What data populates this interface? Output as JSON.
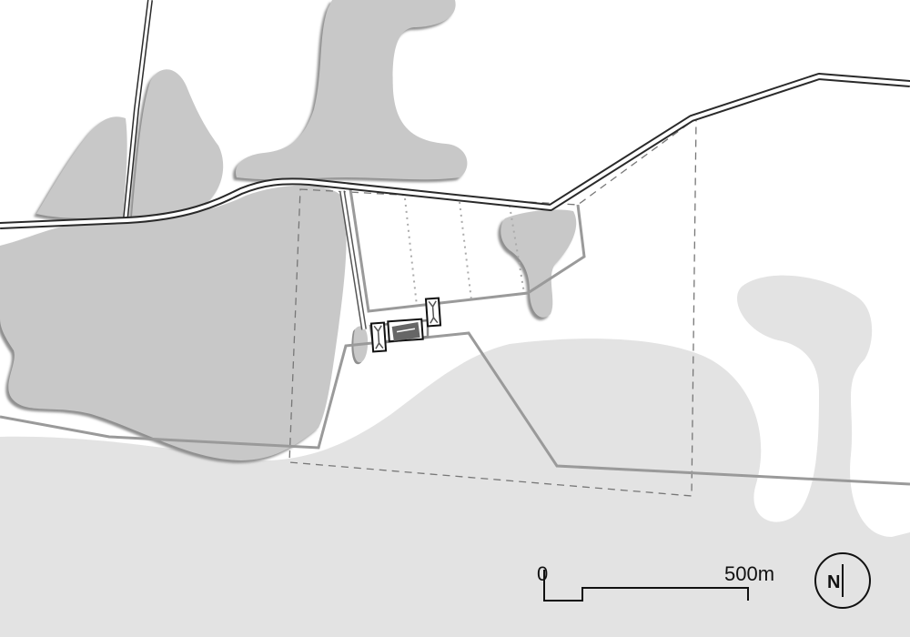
{
  "colors": {
    "background": "#ffffff",
    "field_light": "#e3e3e3",
    "woodland": "#c8c8c8",
    "woodland_shadow": "#8f8f8f",
    "road_casing": "#3a3a3a",
    "road_fill": "#ffffff",
    "boundary": "#9a9a9a",
    "site_outline": "#888888",
    "building_fill": "#555555",
    "ink": "#111111"
  },
  "scale_bar": {
    "start_label": "0",
    "end_label": "500m"
  },
  "north_arrow": {
    "label": "N",
    "icon": "north-arrow-icon"
  },
  "map_features": [
    "light-grey-fields",
    "dark-grey-woodland",
    "main-road",
    "secondary-road",
    "site-boundary-dashed",
    "property-boundary",
    "plots-dotted-divisions",
    "buildings"
  ]
}
